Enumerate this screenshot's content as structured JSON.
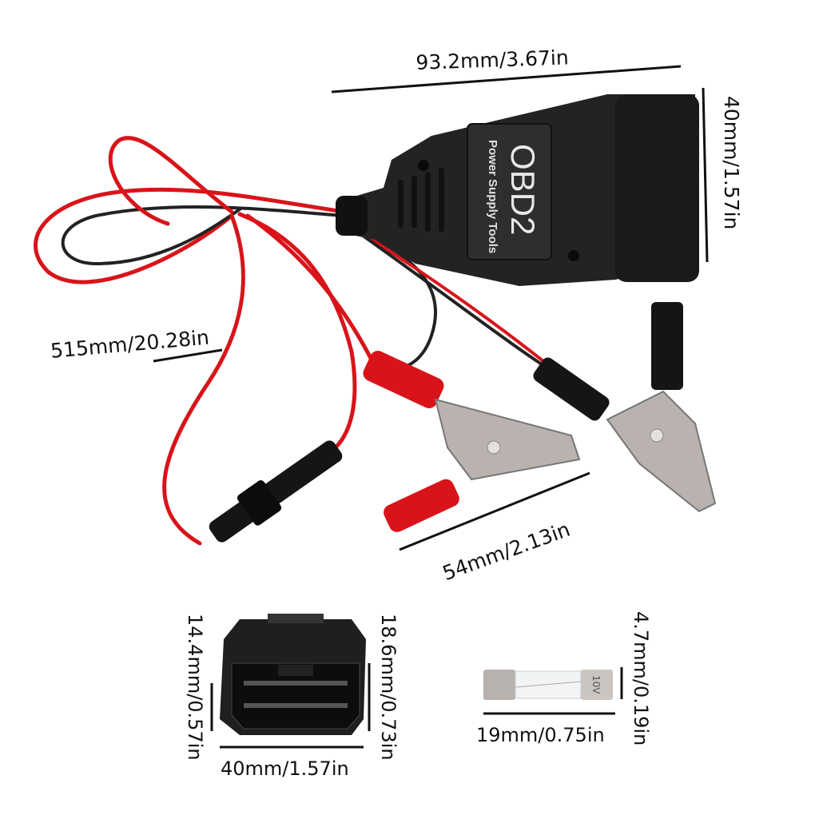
{
  "product": {
    "housing_title": "OBD2",
    "housing_subtitle": "Power Supply Tools",
    "fuse_marking": "10V"
  },
  "dimensions": {
    "connector_length": "93.2mm/3.67in",
    "connector_height": "40mm/1.57in",
    "cable_length": "515mm/20.28in",
    "clip_length": "54mm/2.13in",
    "plug_height_inner": "14.4mm/0.57in",
    "plug_height_outer": "18.6mm/0.73in",
    "plug_width": "40mm/1.57in",
    "fuse_diameter": "4.7mm/0.19in",
    "fuse_length": "19mm/0.75in"
  },
  "colors": {
    "wire_red": "#d8141a",
    "wire_black": "#1a1a1a",
    "housing": "#222222",
    "clip_metal": "#b9b2ae"
  }
}
